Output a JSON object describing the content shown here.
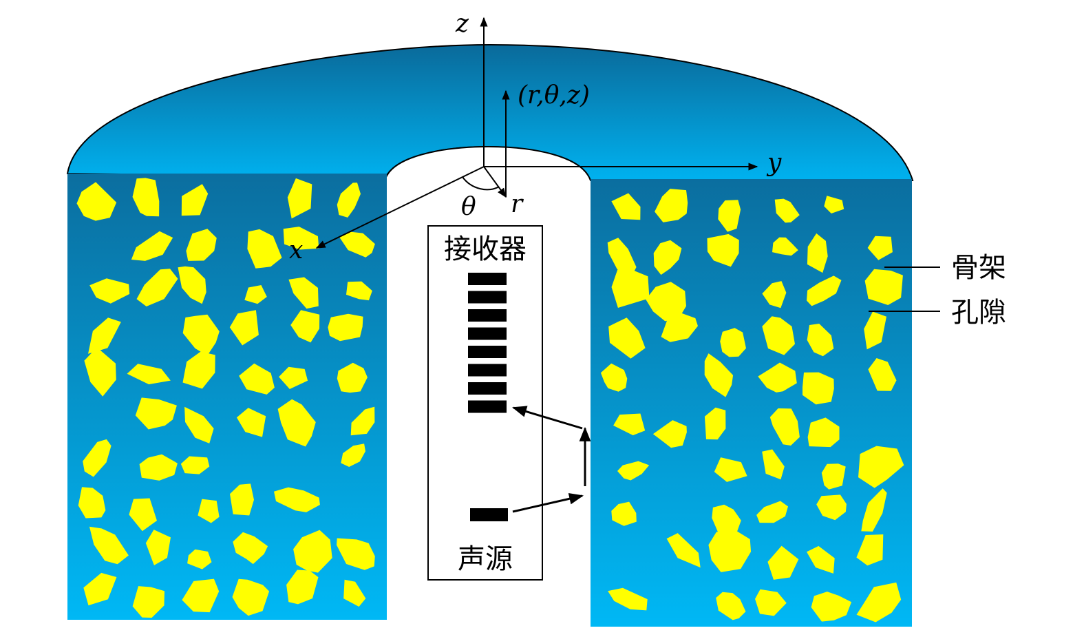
{
  "colors": {
    "formation_top": "#0b6e9f",
    "formation_bottom": "#00b6f3",
    "pore": "#ffff00",
    "line": "#000000",
    "borehole": "#ffffff"
  },
  "axes": {
    "z_label": "z",
    "y_label": "y",
    "x_label": "x",
    "r_label": "r",
    "theta_label": "θ",
    "point_label": "(r,θ,z)"
  },
  "tool": {
    "receiver_label": "接收器",
    "source_label": "声源",
    "receiver_count": 8
  },
  "legend": {
    "matrix_label": "骨架",
    "pore_label": "孔隙"
  }
}
